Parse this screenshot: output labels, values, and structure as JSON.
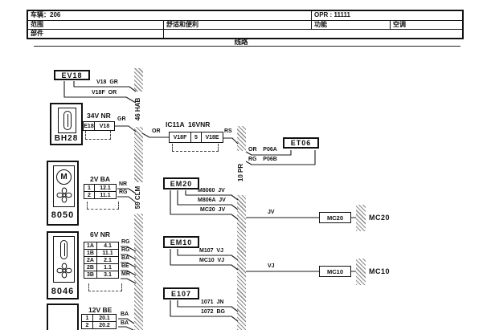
{
  "header": {
    "vehicle": "车辆：206",
    "opr": "OPR : 11111",
    "scope_label": "范围",
    "scope_value": "舒适和便利",
    "function_label": "功能",
    "function_value": "空调",
    "parts_label": "部件",
    "subtitle": "线路"
  },
  "harnesses": {
    "left_top": "46 HAB",
    "left_bottom": "59 CLM",
    "right": "10 PR"
  },
  "ev18": {
    "label": "EV18",
    "wire1": "V18  GR",
    "wire2": "V18F  OR"
  },
  "bh28": {
    "label": "BH28",
    "connector": "34V NR",
    "pin1": "E18",
    "pin2": "V18",
    "wire_color": "GR"
  },
  "ic11a": {
    "title": "IC11A  16VNR",
    "pin1": "V18F",
    "pin2": "5",
    "pin3": "V18E",
    "in_color": "OR",
    "out_color": "RS"
  },
  "et06": {
    "label": "ET06",
    "wire1": "OR    P06A",
    "wire2": "RG    P06B"
  },
  "m8050": {
    "label": "8050",
    "motor_letter": "M",
    "connector": "2V BA",
    "rows": [
      {
        "pin": "1",
        "wire": "12.1",
        "color": "NR"
      },
      {
        "pin": "2",
        "wire": "11.1",
        "color": "RG"
      }
    ]
  },
  "m8046": {
    "label": "8046",
    "connector": "6V NR",
    "rows": [
      {
        "pin": "1A",
        "wire": "4.1",
        "color": "RG"
      },
      {
        "pin": "1B",
        "wire": "11.1",
        "color": "RG"
      },
      {
        "pin": "2A",
        "wire": "2.1",
        "color": "BA"
      },
      {
        "pin": "2B",
        "wire": "1.1",
        "color": "BE"
      },
      {
        "pin": "3B",
        "wire": "3.1",
        "color": "MR"
      }
    ]
  },
  "m12v": {
    "connector": "12V BE",
    "rows": [
      {
        "pin": "1",
        "wire": "20.1",
        "color": "BA"
      },
      {
        "pin": "2",
        "wire": "20.2",
        "color": "BA"
      }
    ]
  },
  "em20": {
    "label": "EM20",
    "wire1": "M8060  JV",
    "wire2": "M806A  JV",
    "wire3": "MC20  JV"
  },
  "em10": {
    "label": "EM10",
    "wire1": "M107  VJ",
    "wire2": "MC10  VJ"
  },
  "e107": {
    "label": "E107",
    "wire1": "1071  JN",
    "wire2": "1072  BG"
  },
  "mc20": {
    "wire_color": "JV",
    "box": "MC20",
    "label": "MC20"
  },
  "mc10": {
    "wire_color": "VJ",
    "box": "MC10",
    "label": "MC10"
  },
  "colors": {
    "line": "#1a1a1a",
    "hatch": "#8a8a8a"
  }
}
